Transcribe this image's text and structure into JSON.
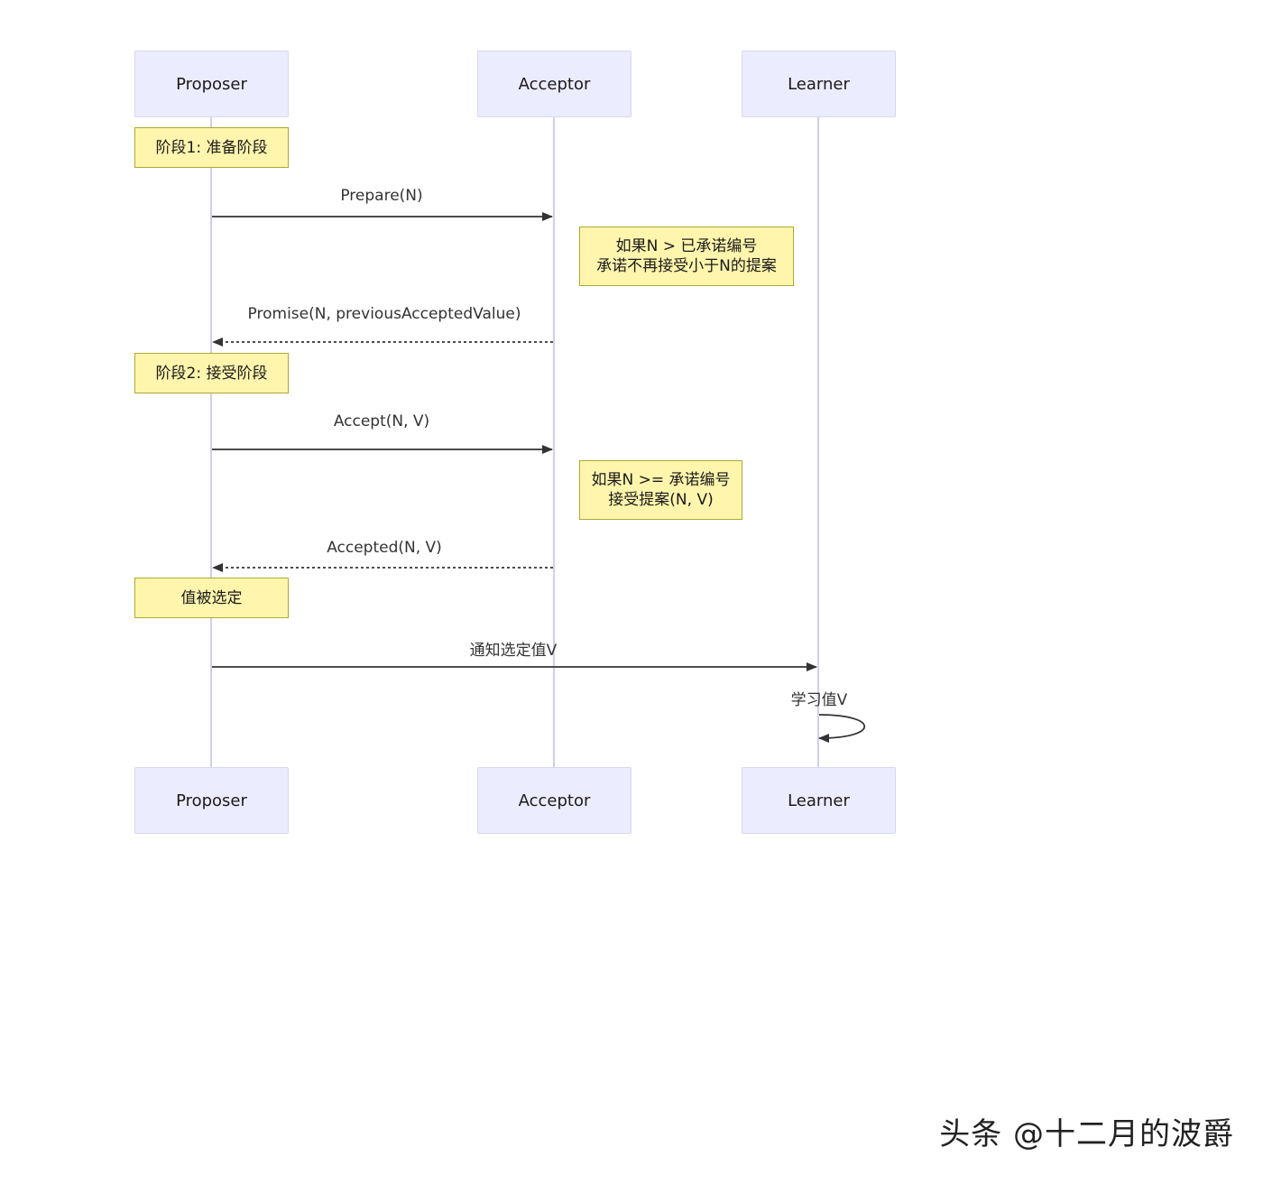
{
  "diagram": {
    "participants": [
      {
        "id": "proposer",
        "label": "Proposer"
      },
      {
        "id": "acceptor",
        "label": "Acceptor"
      },
      {
        "id": "learner",
        "label": "Learner"
      }
    ],
    "notes": [
      {
        "id": "phase1",
        "text": "阶段1: 准备阶段"
      },
      {
        "id": "acceptor-note-1",
        "text": "如果N > 已承诺编号\n承诺不再接受小于N的提案"
      },
      {
        "id": "phase2",
        "text": "阶段2: 接受阶段"
      },
      {
        "id": "acceptor-note-2",
        "text": "如果N >= 承诺编号\n接受提案(N, V)"
      },
      {
        "id": "value-chosen",
        "text": "值被选定"
      }
    ],
    "messages": [
      {
        "id": "prepare",
        "label": "Prepare(N)",
        "from": "proposer",
        "to": "acceptor",
        "style": "solid"
      },
      {
        "id": "promise",
        "label": "Promise(N, previousAcceptedValue)",
        "from": "acceptor",
        "to": "proposer",
        "style": "dashed"
      },
      {
        "id": "accept",
        "label": "Accept(N, V)",
        "from": "proposer",
        "to": "acceptor",
        "style": "solid"
      },
      {
        "id": "accepted",
        "label": "Accepted(N, V)",
        "from": "acceptor",
        "to": "proposer",
        "style": "dashed"
      },
      {
        "id": "notify",
        "label": "通知选定值V",
        "from": "proposer",
        "to": "learner",
        "style": "solid"
      },
      {
        "id": "learn",
        "label": "学习值V",
        "from": "learner",
        "to": "learner",
        "style": "self"
      }
    ],
    "colors": {
      "participant_fill": "#ececff",
      "participant_border": "#d7d7ee",
      "lifeline": "#d0d0e8",
      "note_fill": "#fff5ad",
      "note_border": "#aaaa33",
      "arrow": "#333333"
    }
  },
  "watermark": {
    "text": "头条 @十二月的波爵"
  }
}
